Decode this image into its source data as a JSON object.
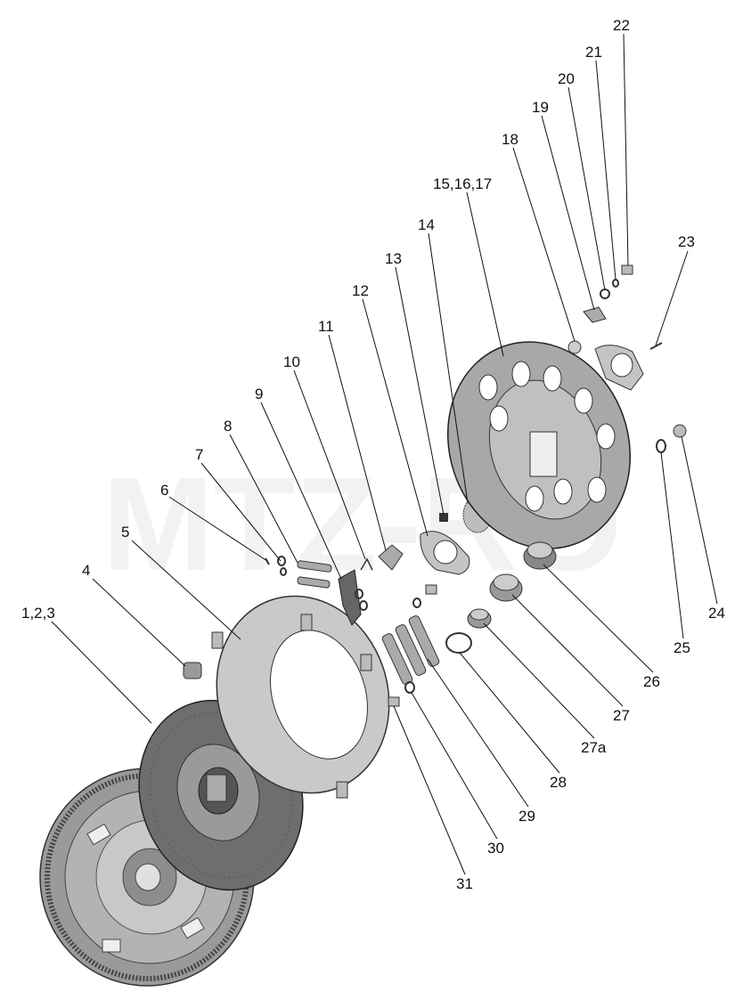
{
  "watermark": "MTZ-RO",
  "labels": [
    {
      "id": "l22",
      "text": "22"
    },
    {
      "id": "l21",
      "text": "21"
    },
    {
      "id": "l20",
      "text": "20"
    },
    {
      "id": "l19",
      "text": "19"
    },
    {
      "id": "l18",
      "text": "18"
    },
    {
      "id": "l151617",
      "text": "15,16,17"
    },
    {
      "id": "l23",
      "text": "23"
    },
    {
      "id": "l14",
      "text": "14"
    },
    {
      "id": "l13",
      "text": "13"
    },
    {
      "id": "l12",
      "text": "12"
    },
    {
      "id": "l11",
      "text": "11"
    },
    {
      "id": "l10",
      "text": "10"
    },
    {
      "id": "l9",
      "text": "9"
    },
    {
      "id": "l8",
      "text": "8"
    },
    {
      "id": "l7",
      "text": "7"
    },
    {
      "id": "l6",
      "text": "6"
    },
    {
      "id": "l5",
      "text": "5"
    },
    {
      "id": "l4",
      "text": "4"
    },
    {
      "id": "l123",
      "text": "1,2,3"
    },
    {
      "id": "l24",
      "text": "24"
    },
    {
      "id": "l25",
      "text": "25"
    },
    {
      "id": "l26",
      "text": "26"
    },
    {
      "id": "l27",
      "text": "27"
    },
    {
      "id": "l27a",
      "text": "27а"
    },
    {
      "id": "l28",
      "text": "28"
    },
    {
      "id": "l29",
      "text": "29"
    },
    {
      "id": "l30",
      "text": "30"
    },
    {
      "id": "l31",
      "text": "31"
    }
  ]
}
